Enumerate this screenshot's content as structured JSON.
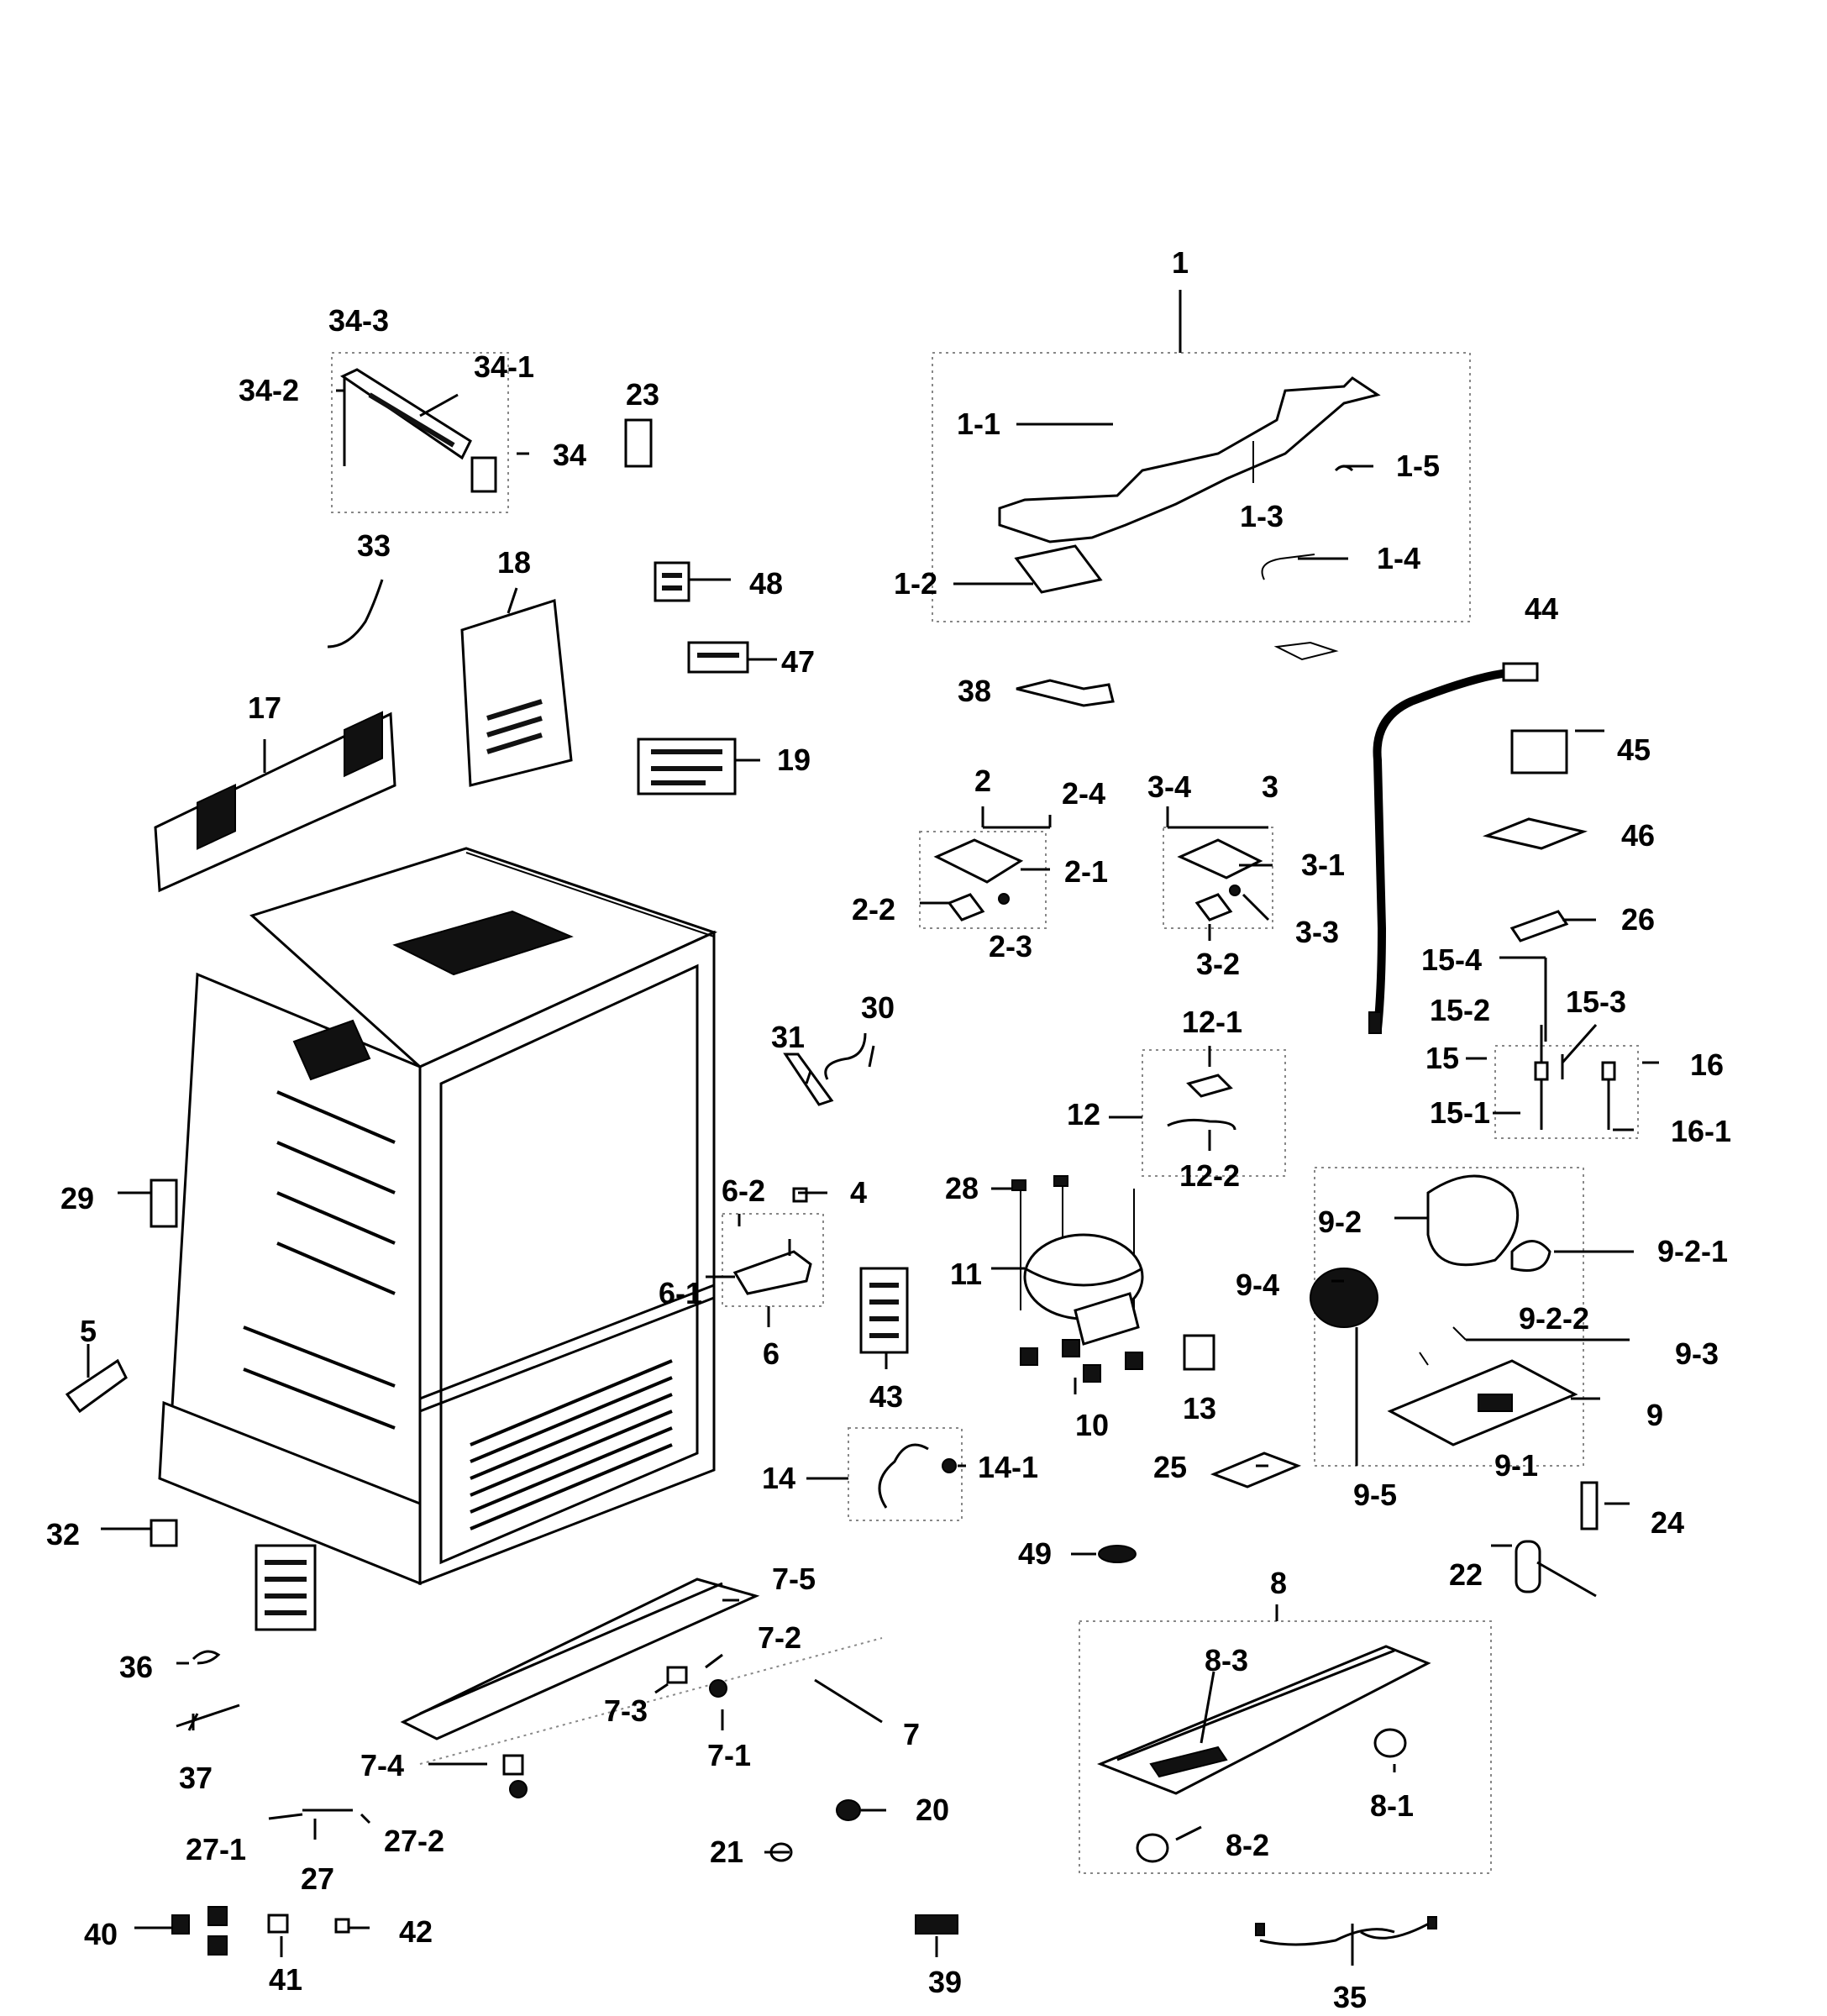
{
  "labels": {
    "c1": "1",
    "c1_1": "1-1",
    "c1_2": "1-2",
    "c1_3": "1-3",
    "c1_4": "1-4",
    "c1_5": "1-5",
    "c34_3": "34-3",
    "c34_1": "34-1",
    "c34_2": "34-2",
    "c34": "34",
    "c23": "23",
    "c33": "33",
    "c18": "18",
    "c48": "48",
    "c47": "47",
    "c19": "19",
    "c17": "17",
    "c44": "44",
    "c45": "45",
    "c46": "46",
    "c26": "26",
    "c38": "38",
    "c2": "2",
    "c2_4": "2-4",
    "c2_1": "2-1",
    "c2_2": "2-2",
    "c2_3": "2-3",
    "c3_4": "3-4",
    "c3": "3",
    "c3_1": "3-1",
    "c3_3": "3-3",
    "c3_2": "3-2",
    "c15_4": "15-4",
    "c15_2": "15-2",
    "c15_3": "15-3",
    "c15": "15",
    "c16": "16",
    "c15_1": "15-1",
    "c16_1": "16-1",
    "c12_1": "12-1",
    "c12": "12",
    "c12_2": "12-2",
    "c28": "28",
    "c11": "11",
    "c10": "10",
    "c13": "13",
    "c25": "25",
    "c49": "49",
    "c9_2": "9-2",
    "c9_2_1": "9-2-1",
    "c9_4": "9-4",
    "c9_2_2": "9-2-2",
    "c9_3": "9-3",
    "c9": "9",
    "c9_1": "9-1",
    "c9_5": "9-5",
    "c24": "24",
    "c22": "22",
    "c8": "8",
    "c8_3": "8-3",
    "c8_1": "8-1",
    "c8_2": "8-2",
    "c35": "35",
    "c31": "31",
    "c30": "30",
    "c6_2": "6-2",
    "c4": "4",
    "c6_1": "6-1",
    "c6": "6",
    "c43": "43",
    "c14": "14",
    "c14_1": "14-1",
    "c29": "29",
    "c5": "5",
    "c32": "32",
    "c36": "36",
    "c37": "37",
    "c7_5": "7-5",
    "c7_2": "7-2",
    "c7_3": "7-3",
    "c7": "7",
    "c7_1": "7-1",
    "c7_4": "7-4",
    "c20": "20",
    "c21": "21",
    "c27_1": "27-1",
    "c27_2": "27-2",
    "c27": "27",
    "c40": "40",
    "c41": "41",
    "c42": "42",
    "c39": "39"
  }
}
